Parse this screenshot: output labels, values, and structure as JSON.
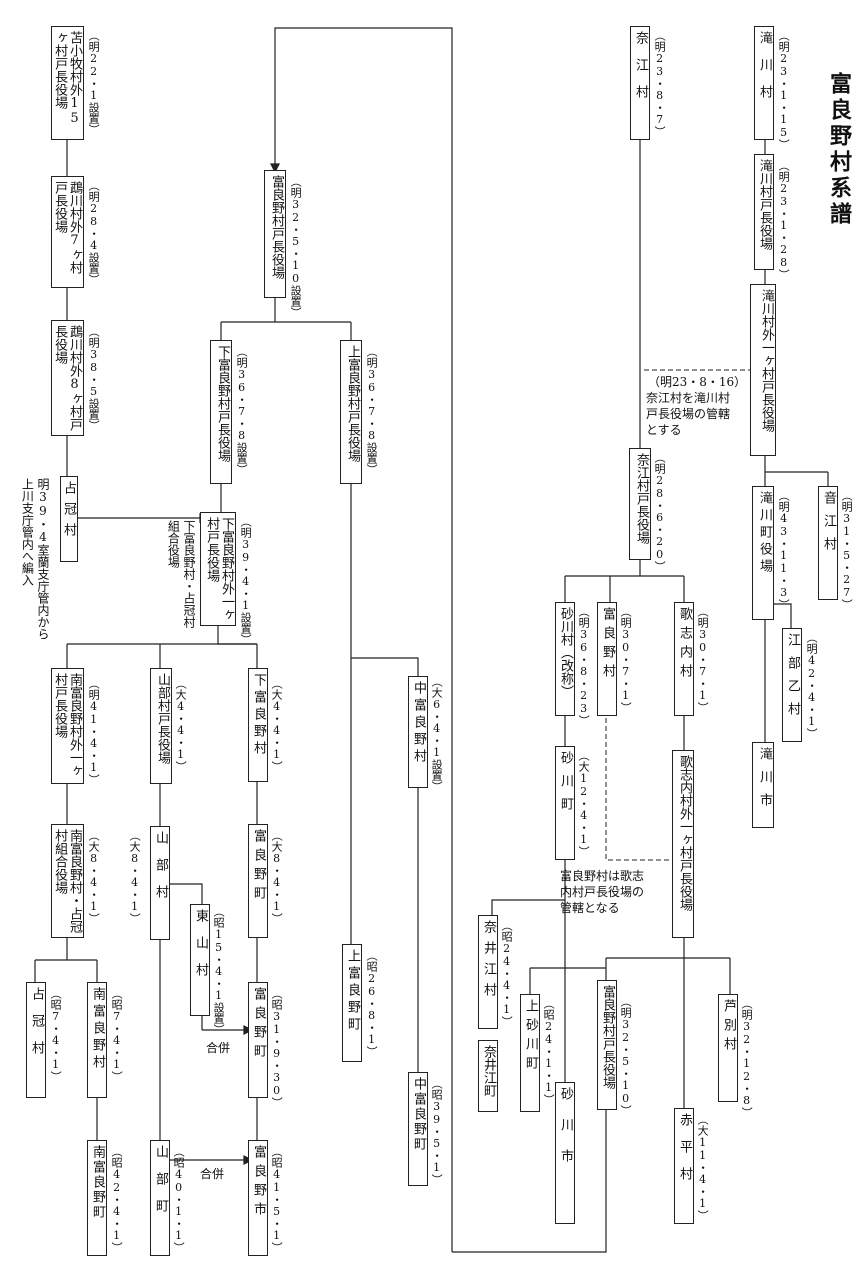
{
  "title": "富良野村系譜",
  "nodes": {
    "tomakomai": {
      "label": "苫小牧村外15ヶ村戸長役場",
      "date": "（明22・1設置）"
    },
    "ukawa7": {
      "label": "鵡川村外7ヶ村戸長役場",
      "date": "（明28・4設置）"
    },
    "ukawa8": {
      "label": "鵡川村外8ヶ村戸長役場",
      "date": "（明38・5設置）"
    },
    "shimukappu": {
      "label": "占冠村"
    },
    "furano_kocho": {
      "label": "富良野村戸長役場",
      "date": "（明32・5・10設置）"
    },
    "shimo_kocho": {
      "label": "下富良野村戸長役場",
      "date": "（明36・7・8設置）"
    },
    "kami_kocho": {
      "label": "上富良野村戸長役場",
      "date": "（明36・7・8設置）"
    },
    "shimo_ikkason": {
      "label": "下富良野村外一ヶ村戸長役場",
      "date": "（明39・4・1設置）"
    },
    "minami_ikkason": {
      "label": "南富良野村外一ヶ村戸長役場",
      "date": "（明41・4・1）"
    },
    "yamabe_kocho": {
      "label": "山部村戸長役場",
      "date": "（大4・4・1）"
    },
    "shimo_mura": {
      "label": "下富良野村",
      "date": "（大4・4・1）"
    },
    "minami_kumiai": {
      "label": "南富良野村・占冠村組合役場",
      "date": "（大8・4・1）"
    },
    "yamabe_mura": {
      "label": "山部村",
      "date": "（大8・4・1）"
    },
    "higashiyama": {
      "label": "東山村",
      "date": "（昭15・4・1設置）"
    },
    "furano_cho1": {
      "label": "富良野町",
      "date": "（大8・4・1）"
    },
    "shimukappu2": {
      "label": "占冠村",
      "date": "（昭7・4・1）"
    },
    "minami_mura": {
      "label": "南富良野村",
      "date": "（昭7・4・1）"
    },
    "furano_cho2": {
      "label": "富良野町",
      "date": "（昭31・9・30）"
    },
    "minami_cho": {
      "label": "南富良野町",
      "date": "（昭42・4・1）"
    },
    "yamabe_cho": {
      "label": "山部町",
      "date": "（昭40・1・1）"
    },
    "furano_shi": {
      "label": "富良野市",
      "date": "（昭41・5・1）"
    },
    "kamifurano_cho": {
      "label": "上富良野町",
      "date": "（昭26・8・1）"
    },
    "naka_mura": {
      "label": "中富良野村",
      "date": "（大6・4・1設置）"
    },
    "naka_cho": {
      "label": "中富良野町",
      "date": "（昭39・5・1）"
    },
    "takikawa_mura": {
      "label": "滝川村",
      "date": "（明23・1・15）"
    },
    "takikawa_kocho": {
      "label": "滝川村戸長役場",
      "date": "（明23・1・28）"
    },
    "takikawa_ikkason": {
      "label": "滝川村外一ヶ村戸長役場"
    },
    "takikawa_cho": {
      "label": "滝川町役場",
      "date": "（明43・11・3）"
    },
    "otoe": {
      "label": "音江村",
      "date": "（明31・5・27）"
    },
    "utashinai_ichi": {
      "label": "江部乙村",
      "date": "（明42・4・1）"
    },
    "takikawa_shi": {
      "label": "滝川市"
    },
    "nae_mura": {
      "label": "奈江村",
      "date": "（明23・8・7）"
    },
    "nae_kocho": {
      "label": "奈江村戸長役場",
      "date": "（明28・6・20）"
    },
    "sunagawa_kaisho": {
      "label": "砂川村（改称）",
      "date": "（明36・8・23）"
    },
    "furano_mura": {
      "label": "富良野村",
      "date": "（明30・7・1）"
    },
    "utashinai_mura": {
      "label": "歌志内村",
      "date": "（明30・7・1）"
    },
    "sunagawa_cho": {
      "label": "砂川町",
      "date": "（大12・4・1）"
    },
    "utashinai_ikkason": {
      "label": "歌志内村外一ヶ村戸長役場"
    },
    "naie_mura": {
      "label": "奈井江村",
      "date": "（昭24・4・1）"
    },
    "naie_cho": {
      "label": "奈井江町"
    },
    "kamisunagawa": {
      "label": "上砂川町",
      "date": "（昭24・1・1）"
    },
    "furano_kocho2": {
      "label": "富良野村戸長役場",
      "date": "（明32・5・10）"
    },
    "ashibetsu": {
      "label": "芦別村",
      "date": "（明32・12・8）"
    },
    "sunagawa_shi": {
      "label": "砂川市"
    },
    "akabira": {
      "label": "赤平村",
      "date": "（大11・4・1）"
    }
  },
  "notes": {
    "kamikawa": "明39・4室蘭支庁管内から上川支庁管内へ編入",
    "shimo_merge": "下富良野村・占冠村組合役場",
    "nae_note_1": "（明23・8・16）",
    "nae_note_2": "奈江村を滝川村",
    "nae_note_3": "戸長役場の管轄",
    "nae_note_4": "とする",
    "utashinai_note_1": "富良野村は歌志",
    "utashinai_note_2": "内村戸長役場の",
    "utashinai_note_3": "管轄となる",
    "gappei_1": "合併",
    "gappei_2": "合併"
  }
}
